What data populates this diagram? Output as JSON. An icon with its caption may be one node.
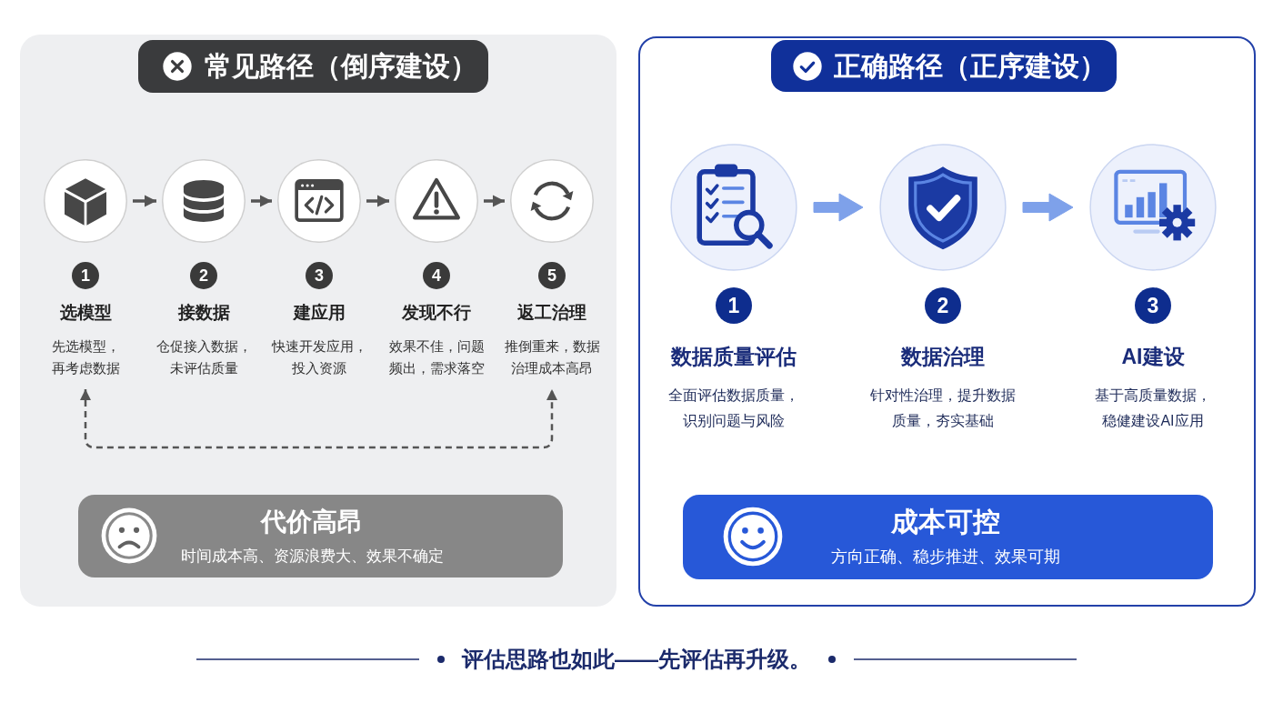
{
  "diagram": {
    "nodes": [
      {
        "text": [
          "常见路径（倒序建设）"
        ]
      },
      {
        "text": [
          "1",
          "选模型",
          "先选模型，再考虑数据"
        ],
        "in": 0
      },
      {
        "text": [
          "2",
          "接数据",
          "仓促接入数据，未评估质量"
        ],
        "in": 0
      },
      {
        "text": [
          "3",
          "建应用",
          "快速开发应用，投入资源"
        ],
        "in": 0
      },
      {
        "text": [
          "4",
          "发现不行",
          "效果不佳，问题频出，需求落空"
        ],
        "in": 0
      },
      {
        "text": [
          "5",
          "返工治理",
          "推倒重来，数据治理成本高昂"
        ],
        "in": 0
      },
      {
        "text": [
          "代价高昂",
          "时间成本高、资源浪费大、效果不确定"
        ],
        "in": 0
      },
      {
        "text": [
          "正确路径（正序建设）"
        ]
      },
      {
        "text": [
          "1",
          "数据质量评估",
          "全面评估数据质量，识别问题与风险"
        ],
        "in": 7
      },
      {
        "text": [
          "2",
          "数据治理",
          "针对性治理，提升数据质量，夯实基础"
        ],
        "in": 7
      },
      {
        "text": [
          "3",
          "AI建设",
          "基于高质量数据，稳健建设AI应用"
        ],
        "in": 7
      },
      {
        "text": [
          "成本可控",
          "方向正确、稳步推进、效果可期"
        ],
        "in": 7
      }
    ],
    "edges": [
      {
        "from": 1,
        "to": 2,
        "arrow": "to"
      },
      {
        "from": 2,
        "to": 3,
        "arrow": "to"
      },
      {
        "from": 3,
        "to": 4,
        "arrow": "to"
      },
      {
        "from": 4,
        "to": 5,
        "arrow": "to"
      },
      {
        "from": 1,
        "to": 5,
        "arrow": "both",
        "style": "dashed"
      },
      {
        "from": 8,
        "to": 9,
        "arrow": "to",
        "style": "thick",
        "color": "#7ea1ea"
      },
      {
        "from": 9,
        "to": 10,
        "arrow": "to",
        "style": "thick",
        "color": "#7ea1ea"
      }
    ],
    "labels": [
      "评估思路也如此——先评估再升级。"
    ]
  }
}
